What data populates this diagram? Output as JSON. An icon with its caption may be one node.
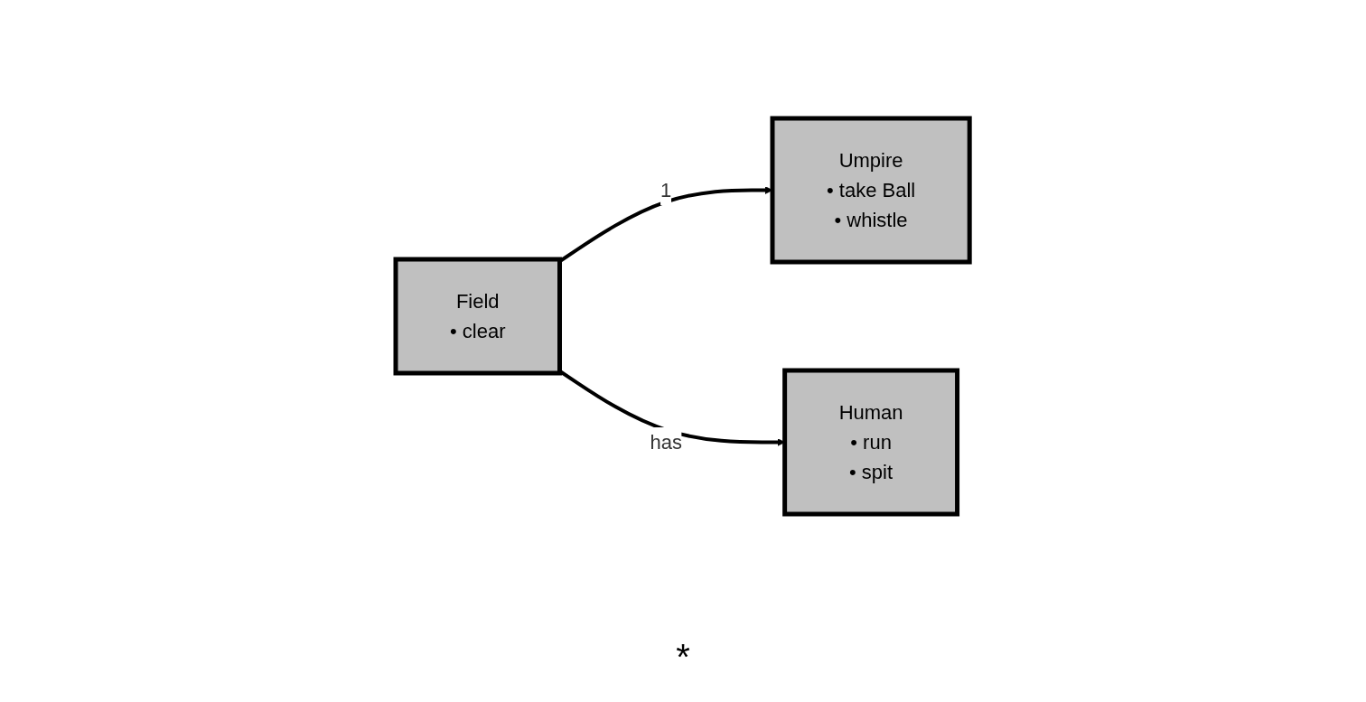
{
  "diagram": {
    "nodes": [
      {
        "text": [
          "Field",
          "• clear"
        ]
      },
      {
        "text": [
          "Umpire",
          "• take Ball",
          "• whistle"
        ]
      },
      {
        "text": [
          "Human",
          "• run",
          "• spit"
        ]
      }
    ],
    "edges": [
      {
        "from": 0,
        "to": 1,
        "arrow": "to",
        "label": "1"
      },
      {
        "from": 0,
        "to": 2,
        "arrow": "to",
        "label": "has"
      }
    ],
    "labels": [
      "*"
    ]
  }
}
